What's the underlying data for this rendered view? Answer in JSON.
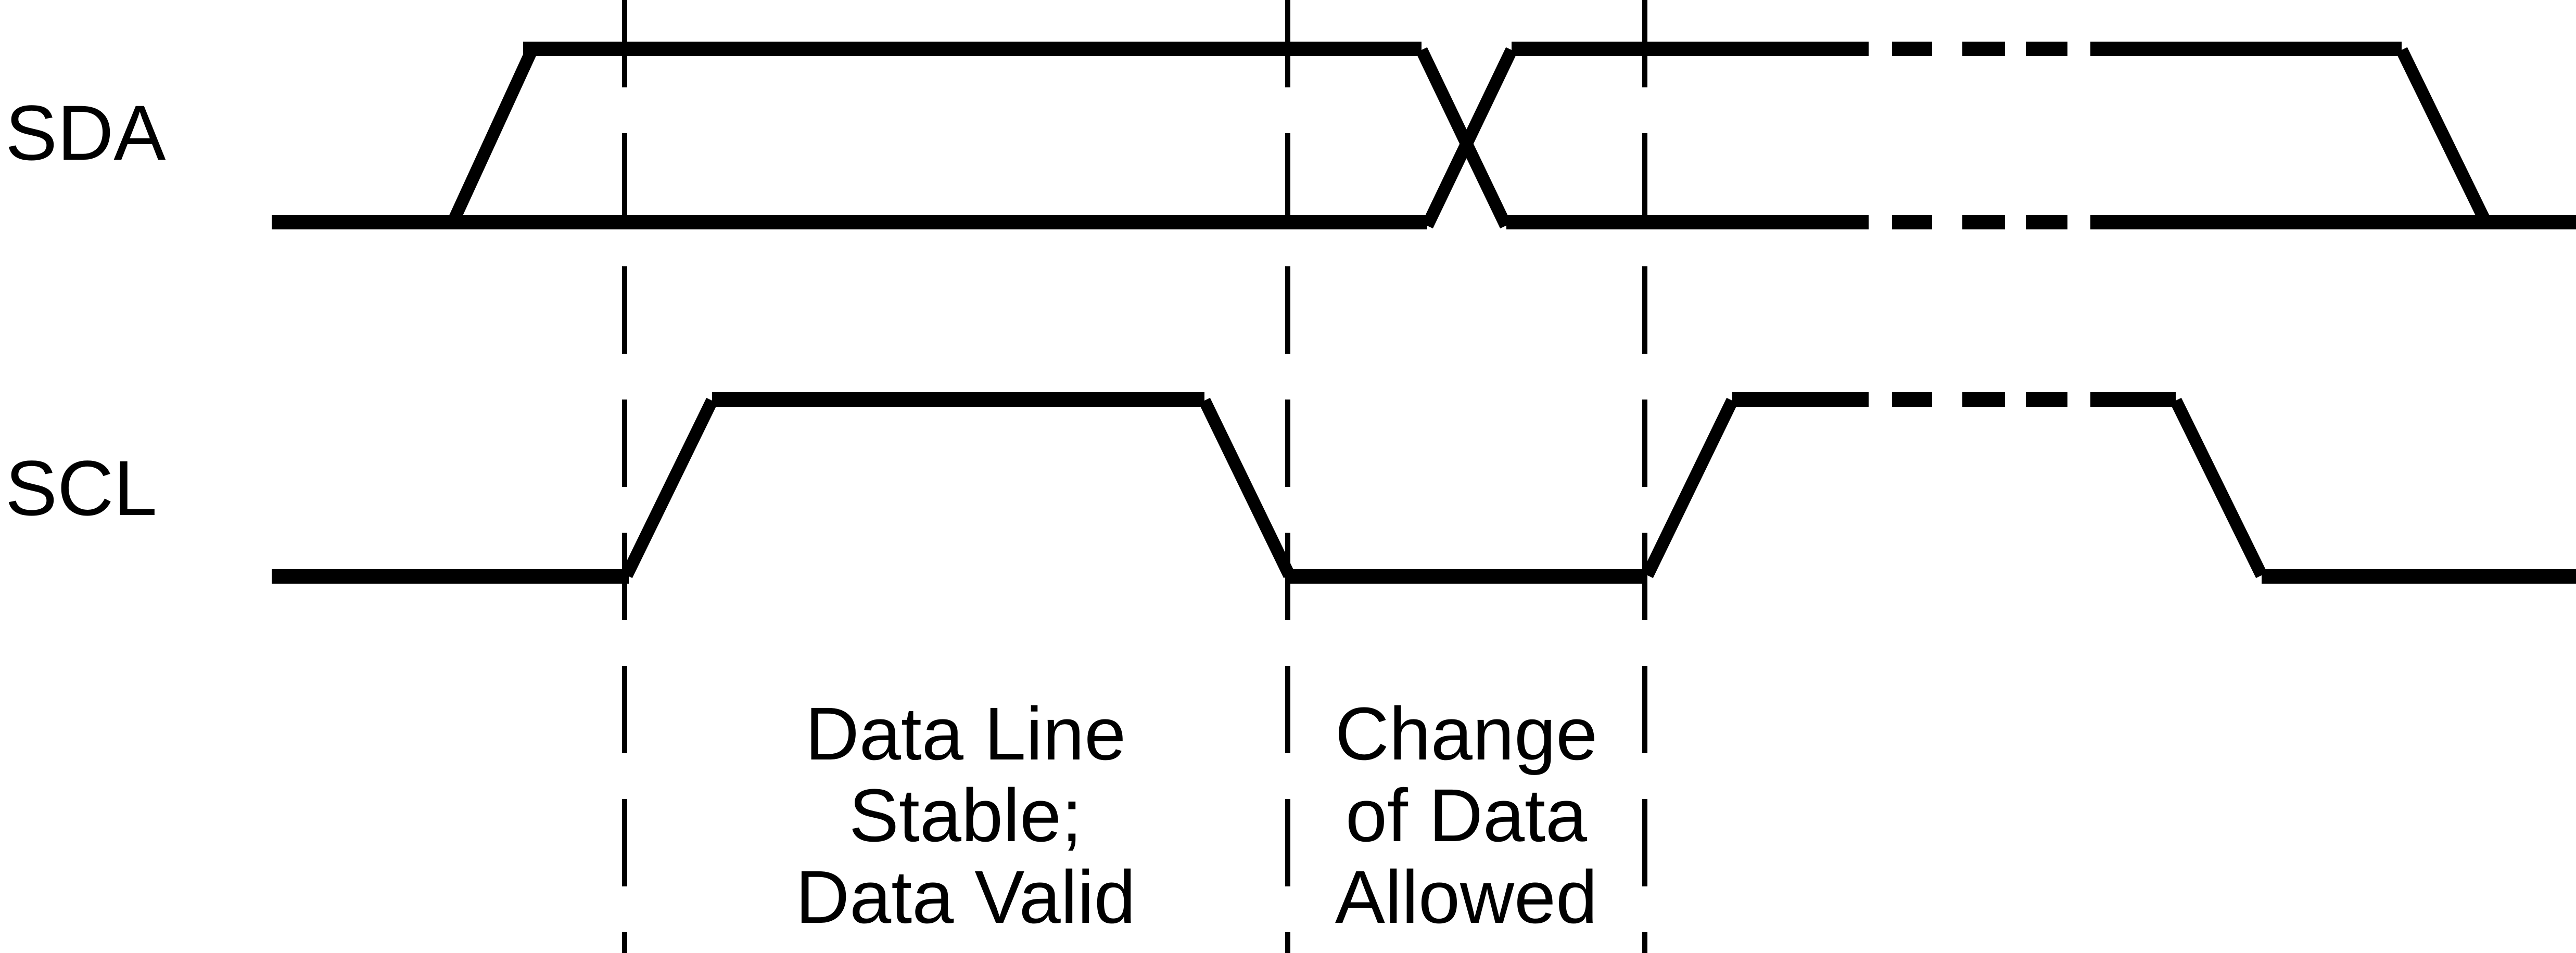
{
  "figure": {
    "type": "timing-diagram",
    "subject": "I2C bit transfer / data validity",
    "colors": {
      "line": "#000000",
      "background": "#ffffff"
    },
    "signals": [
      {
        "name": "SDA",
        "style": "dual-rail-bus",
        "events": [
          "band opens with rising edge at start",
          "stable high/low band through first clock pulse",
          "crossover (data change) between second and third markers",
          "dashed continuation segment",
          "band closes with falling edge at right end"
        ]
      },
      {
        "name": "SCL",
        "style": "single-line",
        "events": [
          "low",
          "rising edge at marker 1",
          "high pulse",
          "falling edge at marker 2",
          "low between markers 2 and 3",
          "rising edge at marker 3",
          "high with dashed continuation",
          "falling edge near right end",
          "low to right edge"
        ]
      }
    ],
    "region_markers": {
      "count": 3,
      "style": "vertical dashed lines full height"
    }
  },
  "labels": {
    "sda": "SDA",
    "scl": "SCL"
  },
  "annotations": [
    {
      "id": "stable-region",
      "lines": [
        "Data Line",
        "Stable;",
        "Data Valid"
      ]
    },
    {
      "id": "change-region",
      "lines": [
        "Change",
        "of Data",
        "Allowed"
      ]
    }
  ]
}
